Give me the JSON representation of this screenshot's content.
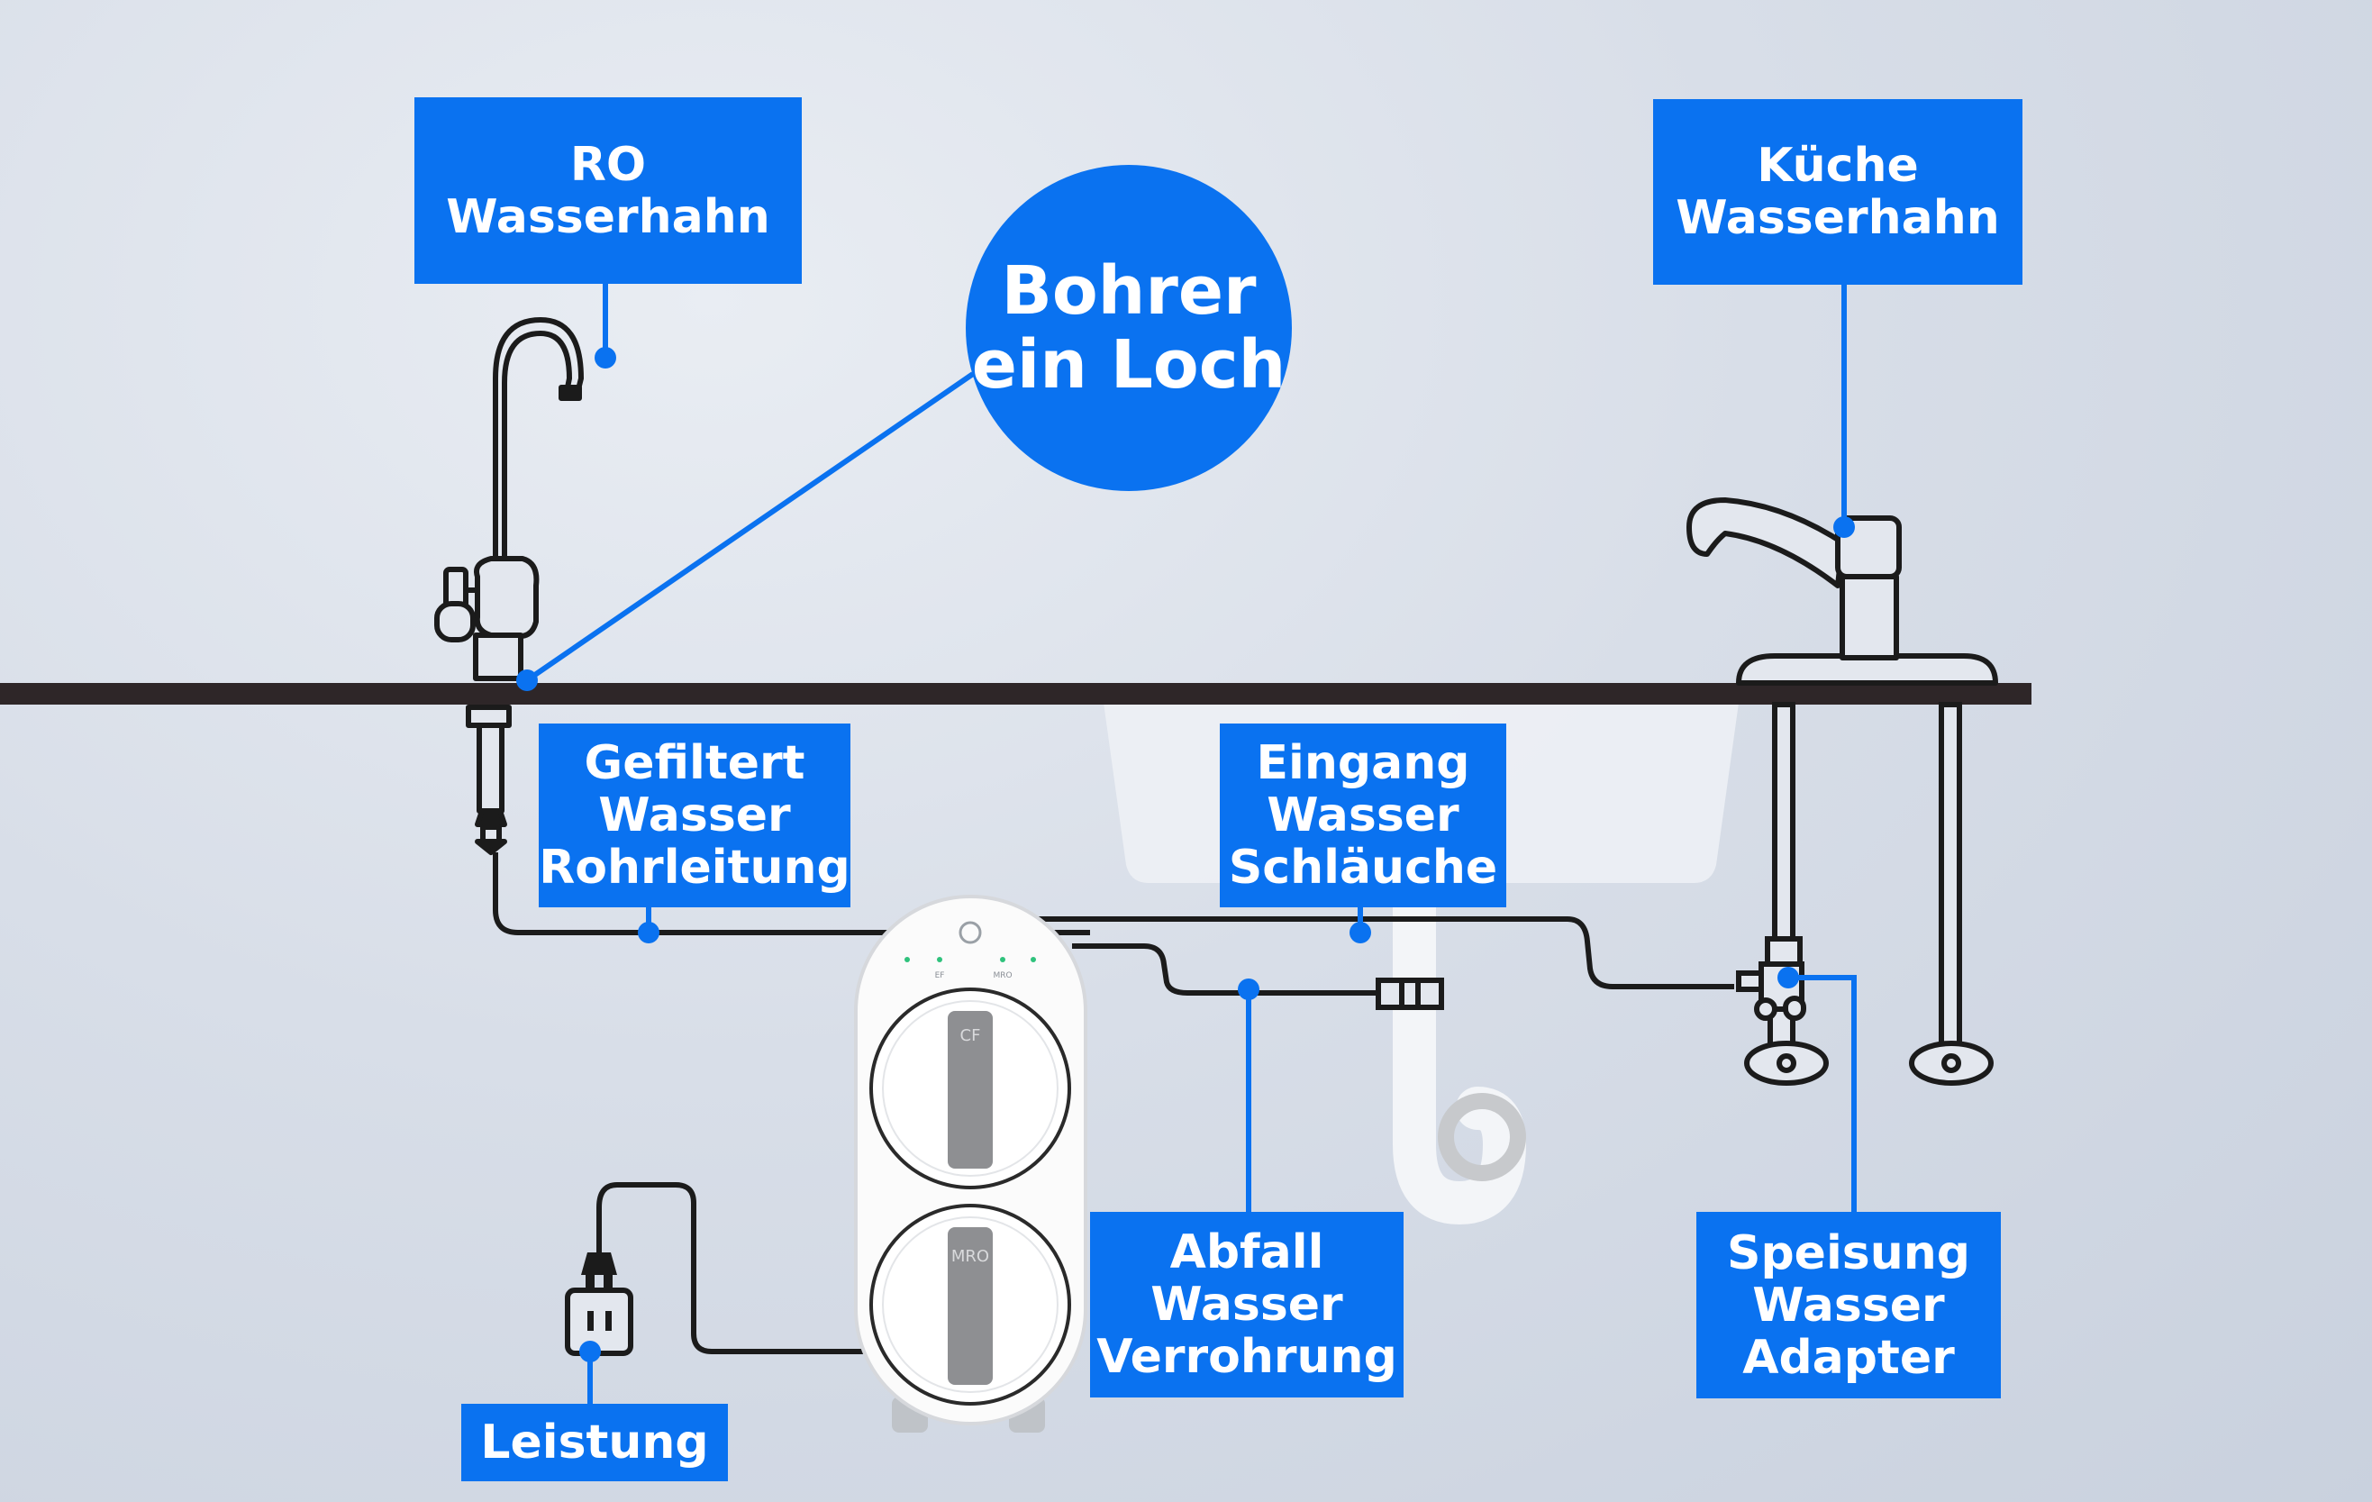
{
  "labels": {
    "ro_faucet": [
      "RO",
      "Wasserhahn"
    ],
    "drill": [
      "Bohrer",
      "ein Loch"
    ],
    "kitchen_faucet": [
      "Küche",
      "Wasserhahn"
    ],
    "filtered_pipe": [
      "Gefiltert",
      "Wasser",
      "Rohrleitung"
    ],
    "inlet_hoses": [
      "Eingang",
      "Wasser",
      "Schläuche"
    ],
    "waste_pipe": [
      "Abfall",
      "Wasser",
      "Verrohrung"
    ],
    "feed_adapter": [
      "Speisung",
      "Wasser",
      "Adapter"
    ],
    "power": [
      "Leistung"
    ]
  },
  "device": {
    "indicators": [
      "EF",
      "MRO"
    ],
    "cartridge_top": "CF",
    "cartridge_bottom": "MRO"
  },
  "colors": {
    "accent": "#0a72f0",
    "counter": "#2e2628",
    "line": "#1b1b1b",
    "background": "#d8dee8"
  },
  "icons": [
    "ro-faucet-icon",
    "kitchen-faucet-icon",
    "sink-icon",
    "p-trap-icon",
    "drain-clamp-icon",
    "angle-valve-icon",
    "power-plug-icon",
    "power-outlet-icon",
    "ro-filter-unit-icon"
  ]
}
